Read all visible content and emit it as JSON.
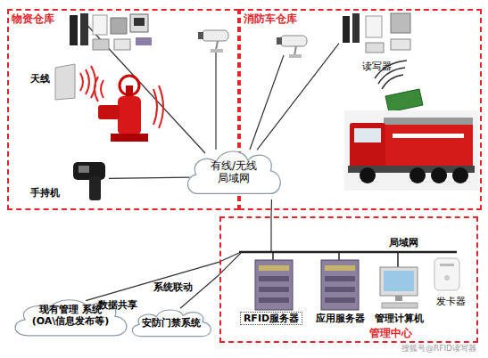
{
  "diagram": {
    "nodes": [
      {
        "text": [
          "物资仓库"
        ]
      },
      {
        "text": [
          "天线"
        ],
        "in": 0
      },
      {
        "text": [
          "手持机"
        ],
        "in": 0
      },
      {
        "text": [
          "消防车仓库"
        ]
      },
      {
        "text": [
          "读写器"
        ],
        "in": 3
      },
      {
        "text": [
          "有线/无线 局域网"
        ]
      },
      {
        "text": [
          "管理中心"
        ]
      },
      {
        "text": [
          "RFID服务器"
        ],
        "in": 6
      },
      {
        "text": [
          "应用服务器"
        ],
        "in": 6
      },
      {
        "text": [
          "管理计算机"
        ],
        "in": 6
      },
      {
        "text": [
          "发卡器"
        ],
        "in": 6
      },
      {
        "text": [
          "现有管理 系统 (OA\\信息发布等)"
        ]
      },
      {
        "text": [
          "安防门禁系统"
        ]
      }
    ],
    "edges": [
      {
        "from": 5,
        "to": 2,
        "arrow": "none"
      },
      {
        "from": 5,
        "to": 4,
        "arrow": "none"
      },
      {
        "from": 5,
        "to": 6,
        "arrow": "none"
      },
      {
        "from": 6,
        "to": 11,
        "label": "数据共享",
        "arrow": "none"
      },
      {
        "from": 6,
        "to": 12,
        "label": "系统联动",
        "arrow": "none"
      }
    ],
    "labels": [
      "局域网",
      "搜狐号@RFID读写器"
    ]
  }
}
